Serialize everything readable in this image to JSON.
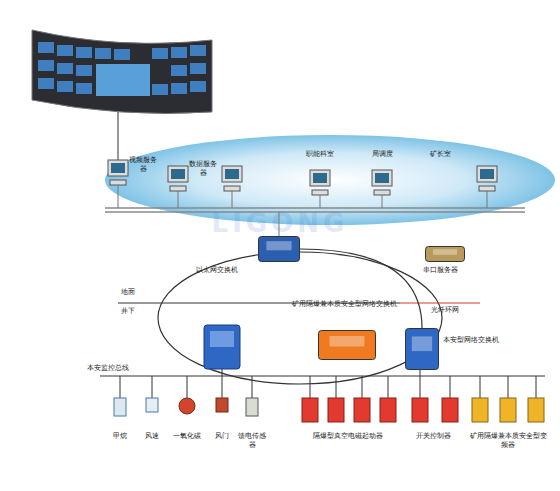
{
  "diagram": {
    "nodes": [
      {
        "text": [
          "以太网交换机"
        ]
      },
      {
        "text": [
          "串口服务器"
        ]
      },
      {
        "text": [
          "矿用隔爆兼本质安全型网络交换机"
        ]
      },
      {
        "text": [
          "本安型网络交换机"
        ]
      }
    ],
    "edges": [
      {
        "from": 0,
        "to": 3,
        "arrow": "none"
      }
    ],
    "labels": [
      "视频服务器",
      "数据服务器",
      "职能科室",
      "局调度",
      "矿长室",
      "地面",
      "井下",
      "光纤环网",
      "本安监控总线",
      "甲烷",
      "风速",
      "一氧化碳",
      "风门",
      "馈电传感器",
      "隔爆型真空电磁起动器",
      "开关控制器",
      "矿用隔爆兼本质安全型变频器",
      "LIGONG"
    ]
  }
}
